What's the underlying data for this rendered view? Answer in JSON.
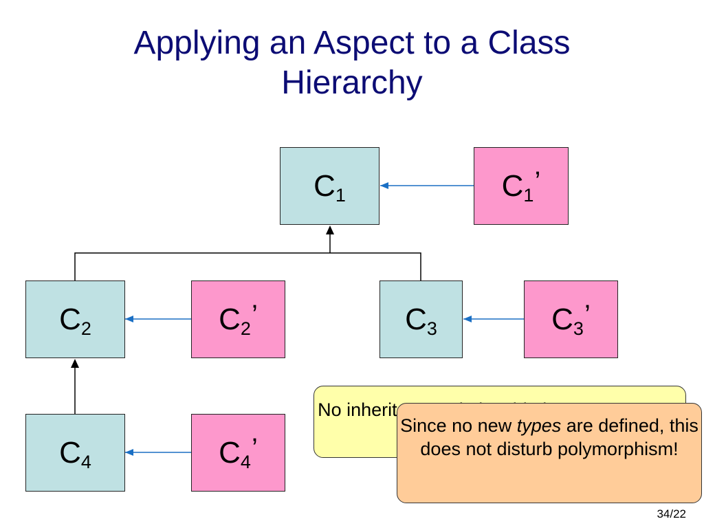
{
  "slide": {
    "title_line1": "Applying an Aspect to a Class",
    "title_line2": "Hierarchy",
    "page_number": "34/22"
  },
  "classes": {
    "c1": {
      "base": "C",
      "sub": "1"
    },
    "c2": {
      "base": "C",
      "sub": "2"
    },
    "c3": {
      "base": "C",
      "sub": "3"
    },
    "c4": {
      "base": "C",
      "sub": "4"
    }
  },
  "aspects": {
    "c1p": {
      "base": "C",
      "sub": "1",
      "prime": "’"
    },
    "c2p": {
      "base": "C",
      "sub": "2",
      "prime": "’"
    },
    "c3p": {
      "base": "C",
      "sub": "3",
      "prime": "’"
    },
    "c4p": {
      "base": "C",
      "sub": "4",
      "prime": "’"
    }
  },
  "notes": {
    "inheritance_note": "No inheritance relationship between aspects",
    "polymorphism_note_1": "Since no new ",
    "polymorphism_note_em": "types",
    "polymorphism_note_2": " are defined, this does not disturb polymorphism!"
  },
  "colors": {
    "class_fill": "#bfe1e3",
    "aspect_fill": "#fd98cc",
    "aspect_arrow": "#1a6fc4",
    "inheritance_arrow": "#000000"
  }
}
